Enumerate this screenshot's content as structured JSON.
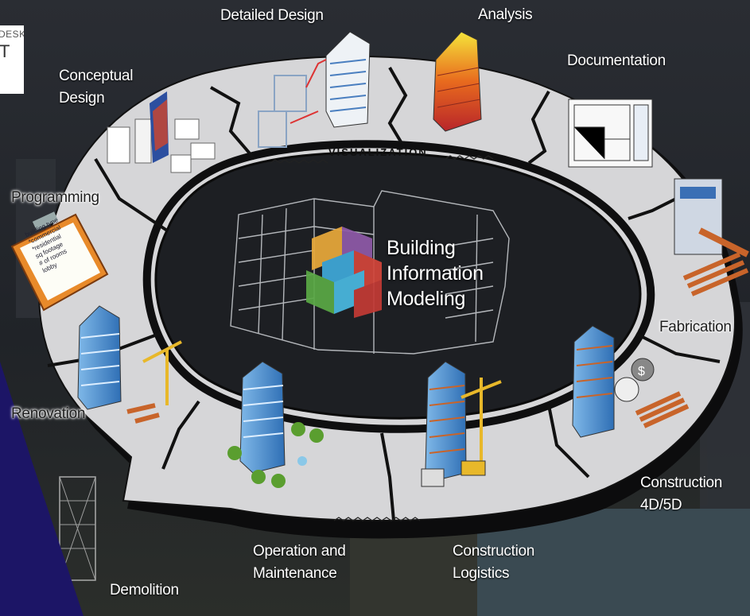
{
  "center_title": [
    "Building",
    "Information",
    "Modeling"
  ],
  "ring_label": "VISUALIZATION",
  "logo": {
    "top": "DESK",
    "bottom": "T"
  },
  "stages": {
    "detailed_design": "Detailed Design",
    "analysis": "Analysis",
    "documentation": "Documentation",
    "conceptual_design": [
      "Conceptual",
      "Design"
    ],
    "programming": "Programming",
    "fabrication": "Fabrication",
    "renovation": "Renovation",
    "construction_4d5d": [
      "Construction",
      "4D/5D"
    ],
    "operation_maintenance": [
      "Operation and",
      "Maintenance"
    ],
    "construction_logistics": [
      "Construction",
      "Logistics"
    ],
    "demolition": "Demolition"
  },
  "clipboard_text": [
    "building type",
    "*commercial",
    "*residential",
    "sq footage",
    "# of rooms",
    "lobby"
  ],
  "colors": {
    "ring": "#d6d6d8",
    "ring_edge": "#101010",
    "accent_blue": "#4a90d9",
    "crane_yellow": "#e8b82a",
    "corner_navy": "#1c1566"
  }
}
